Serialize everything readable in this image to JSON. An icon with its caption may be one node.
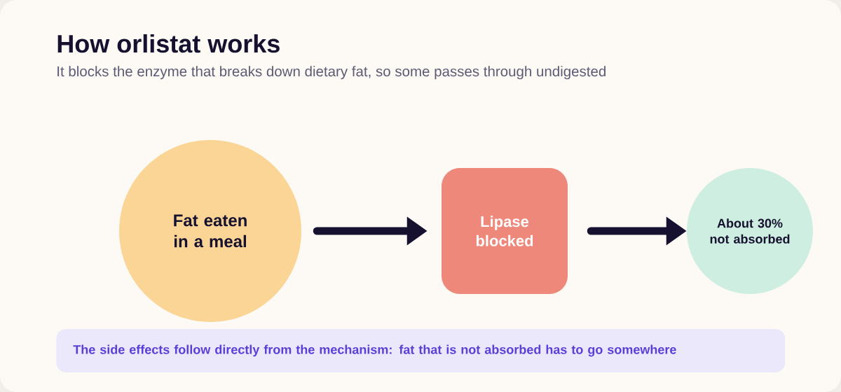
{
  "diagram": {
    "title": "How orlistat works",
    "nodes": [
      {
        "text": [
          "Fat eaten in a meal"
        ]
      },
      {
        "text": [
          "Lipase blocked"
        ]
      },
      {
        "text": [
          "About 30% not absorbed"
        ]
      },
      {
        "text": [
          "The side effects follow directly from the mechanism: fat that is not absorbed has to go somewhere"
        ]
      }
    ],
    "edges": [
      {
        "from": 0,
        "to": 1,
        "arrow": "to"
      },
      {
        "from": 1,
        "to": 2,
        "arrow": "to"
      }
    ],
    "labels": [
      "It blocks the enzyme that breaks down dietary fat, so some passes through undigested"
    ]
  }
}
